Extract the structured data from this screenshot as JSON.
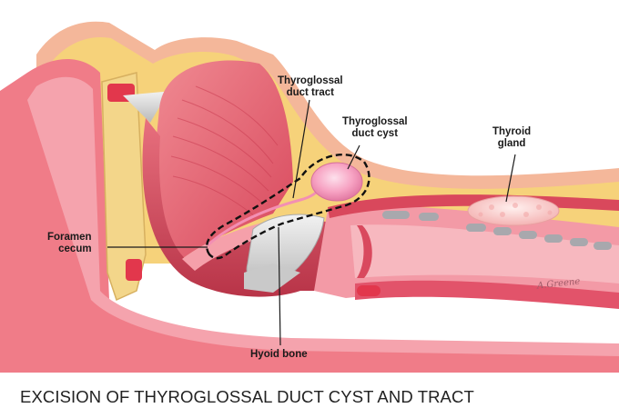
{
  "labels": {
    "thyroglossal_duct_tract": [
      "Thyroglossal",
      "duct tract"
    ],
    "thyroglossal_duct_cyst": [
      "Thyroglossal",
      "duct cyst"
    ],
    "thyroid_gland": [
      "Thyroid",
      "gland"
    ],
    "foramen_cecum": [
      "Foramen",
      "cecum"
    ],
    "hyoid_bone": "Hyoid bone"
  },
  "caption": "EXCISION OF THYROGLOSSAL DUCT CYST AND TRACT",
  "signature": "A.Greene",
  "colors": {
    "skin": "#f4b79a",
    "fat": "#f6d27a",
    "muscle": "#e35a6a",
    "mucosa": "#f39aa6",
    "cavity": "#c9475a",
    "bone": "#d9d9d9",
    "cyst": "#f7a3c3",
    "thyroid": "#f9c6c6",
    "excision_outline": "#111111"
  }
}
